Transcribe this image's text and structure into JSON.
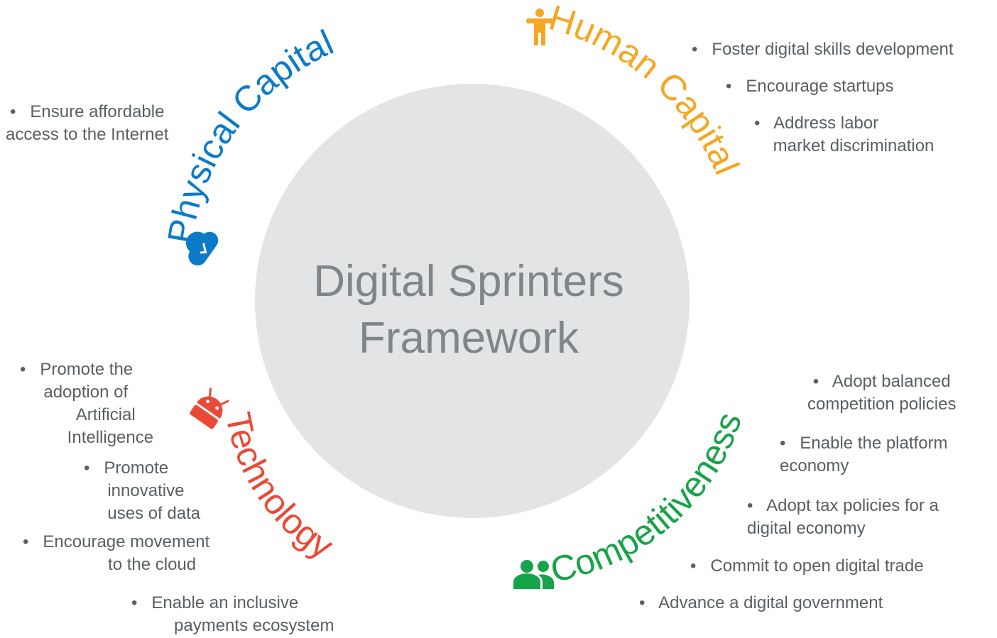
{
  "center": {
    "line1": "Digital Sprinters",
    "line2": "Framework"
  },
  "colors": {
    "circle": "#e3e4e5",
    "center_text": "#7f8689",
    "physical": "#0b7bc9",
    "human": "#f5a623",
    "technology": "#ea4a35",
    "competitiveness": "#17a34a",
    "bullet_text": "#595f63"
  },
  "pillars": {
    "physical": {
      "title": "Physical Capital",
      "icon": "cloud-icon",
      "bullets": [
        "•   Ensure affordable\naccess to the Internet"
      ]
    },
    "human": {
      "title": "Human Capital",
      "icon": "person-icon",
      "bullets": [
        "•   Foster digital skills development",
        "•   Encourage startups",
        "•   Address labor\n    market discrimination"
      ]
    },
    "technology": {
      "title": "Technology",
      "icon": "android-robot-icon",
      "bullets": [
        "•   Promote the\n     adoption of\n            Artificial\n          Intelligence",
        "•   Promote\n     innovative\n     uses of data",
        "•   Encourage movement\n                  to the cloud",
        "•   Enable an inclusive\n         payments ecosystem"
      ]
    },
    "competitiveness": {
      "title": "Competitiveness",
      "icon": "people-icon",
      "bullets": [
        "•   Adopt balanced\ncompetition policies",
        "•   Enable the platform\neconomy",
        "•   Adopt tax policies for a\ndigital economy",
        "•   Commit to open digital trade",
        "•   Advance a digital government"
      ]
    }
  }
}
